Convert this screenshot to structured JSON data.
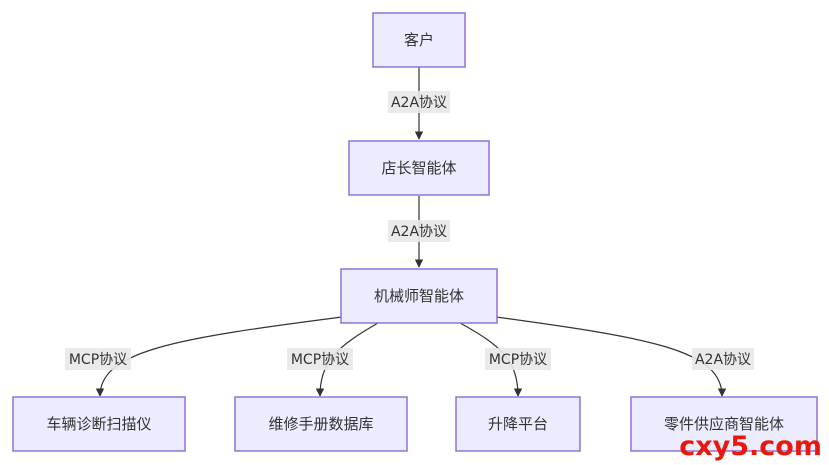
{
  "nodes": {
    "customer": "客户",
    "store_manager_agent": "店长智能体",
    "mechanic_agent": "机械师智能体",
    "vehicle_diagnostic_scanner": "车辆诊断扫描仪",
    "repair_manual_database": "维修手册数据库",
    "lift_platform": "升降平台",
    "parts_supplier_agent": "零件供应商智能体"
  },
  "edges": {
    "customer_to_manager": "A2A协议",
    "manager_to_mechanic": "A2A协议",
    "mechanic_to_scanner": "MCP协议",
    "mechanic_to_manual": "MCP协议",
    "mechanic_to_lift": "MCP协议",
    "mechanic_to_supplier": "A2A协议"
  },
  "watermark": "cxy5.com",
  "colors": {
    "node_fill": "#ECECFF",
    "node_border": "#9370DB",
    "edge": "#333333",
    "label_bg": "#E8E8E8",
    "watermark": "#E8180C"
  }
}
